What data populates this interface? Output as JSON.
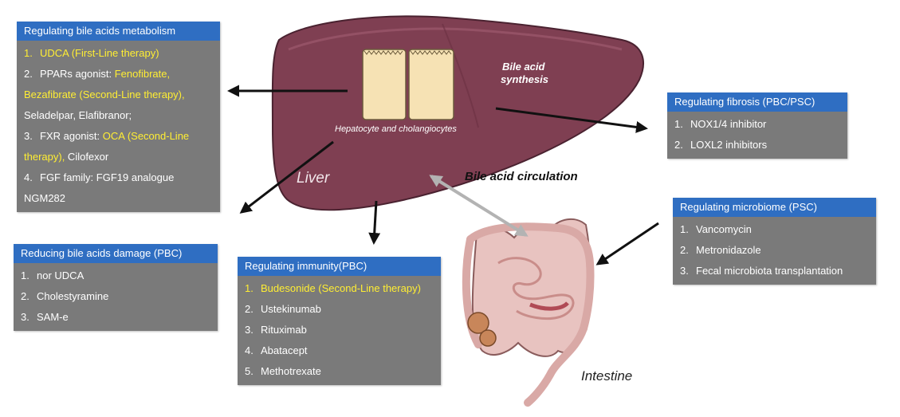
{
  "labels": {
    "liver": "Liver",
    "hepatocyte": "Hepatocyte and cholangiocytes",
    "bile_synthesis_line1": "Bile acid",
    "bile_synthesis_line2": "synthesis",
    "bile_circulation": "Bile acid circulation",
    "intestine": "Intestine"
  },
  "boxes": {
    "metabolism": {
      "title": "Regulating bile acids metabolism",
      "items": [
        {
          "num": "1.",
          "parts": [
            {
              "text": "UDCA (First-Line therapy)",
              "hl": true
            }
          ]
        },
        {
          "num": "2.",
          "parts": [
            {
              "text": "PPARs agonist: ",
              "hl": false
            },
            {
              "text": "Fenofibrate, Bezafibrate (Second-Line therapy),",
              "hl": true
            },
            {
              "text": " Seladelpar, Elafibranor;",
              "hl": false
            }
          ]
        },
        {
          "num": "3.",
          "parts": [
            {
              "text": "FXR agonist: ",
              "hl": false
            },
            {
              "text": "OCA (Second-Line therapy),",
              "hl": true
            },
            {
              "text": " Cilofexor",
              "hl": false
            }
          ]
        },
        {
          "num": "4.",
          "parts": [
            {
              "text": "FGF family: FGF19 analogue NGM282",
              "hl": false
            }
          ]
        }
      ]
    },
    "damage": {
      "title": "Reducing bile acids damage (PBC)",
      "items": [
        {
          "num": "1.",
          "parts": [
            {
              "text": "nor UDCA",
              "hl": false
            }
          ]
        },
        {
          "num": "2.",
          "parts": [
            {
              "text": "Cholestyramine",
              "hl": false
            }
          ]
        },
        {
          "num": "3.",
          "parts": [
            {
              "text": "SAM-e",
              "hl": false
            }
          ]
        }
      ]
    },
    "immunity": {
      "title": "Regulating immunity(PBC)",
      "items": [
        {
          "num": "1.",
          "parts": [
            {
              "text": "Budesonide (Second-Line therapy)",
              "hl": true
            }
          ]
        },
        {
          "num": "2.",
          "parts": [
            {
              "text": "Ustekinumab",
              "hl": false
            }
          ]
        },
        {
          "num": "3.",
          "parts": [
            {
              "text": "Rituximab",
              "hl": false
            }
          ]
        },
        {
          "num": "4.",
          "parts": [
            {
              "text": "Abatacept",
              "hl": false
            }
          ]
        },
        {
          "num": "5.",
          "parts": [
            {
              "text": "Methotrexate",
              "hl": false
            }
          ]
        }
      ]
    },
    "fibrosis": {
      "title": "Regulating fibrosis (PBC/PSC)",
      "items": [
        {
          "num": "1.",
          "parts": [
            {
              "text": "NOX1/4 inhibitor",
              "hl": false
            }
          ]
        },
        {
          "num": "2.",
          "parts": [
            {
              "text": "LOXL2 inhibitors",
              "hl": false
            }
          ]
        }
      ]
    },
    "microbiome": {
      "title": "Regulating microbiome (PSC)",
      "items": [
        {
          "num": "1.",
          "parts": [
            {
              "text": "Vancomycin",
              "hl": false
            }
          ]
        },
        {
          "num": "2.",
          "parts": [
            {
              "text": "Metronidazole",
              "hl": false
            }
          ]
        },
        {
          "num": "3.",
          "parts": [
            {
              "text": "Fecal microbiota transplantation",
              "hl": false
            }
          ]
        }
      ]
    }
  },
  "colors": {
    "header_blue": "#2f6ec2",
    "box_gray": "#7a7a7a",
    "highlight_yellow": "#ffee33",
    "liver": "#7f3f52",
    "cell": "#f6e2b4",
    "intestine": "#e8c3c0"
  }
}
